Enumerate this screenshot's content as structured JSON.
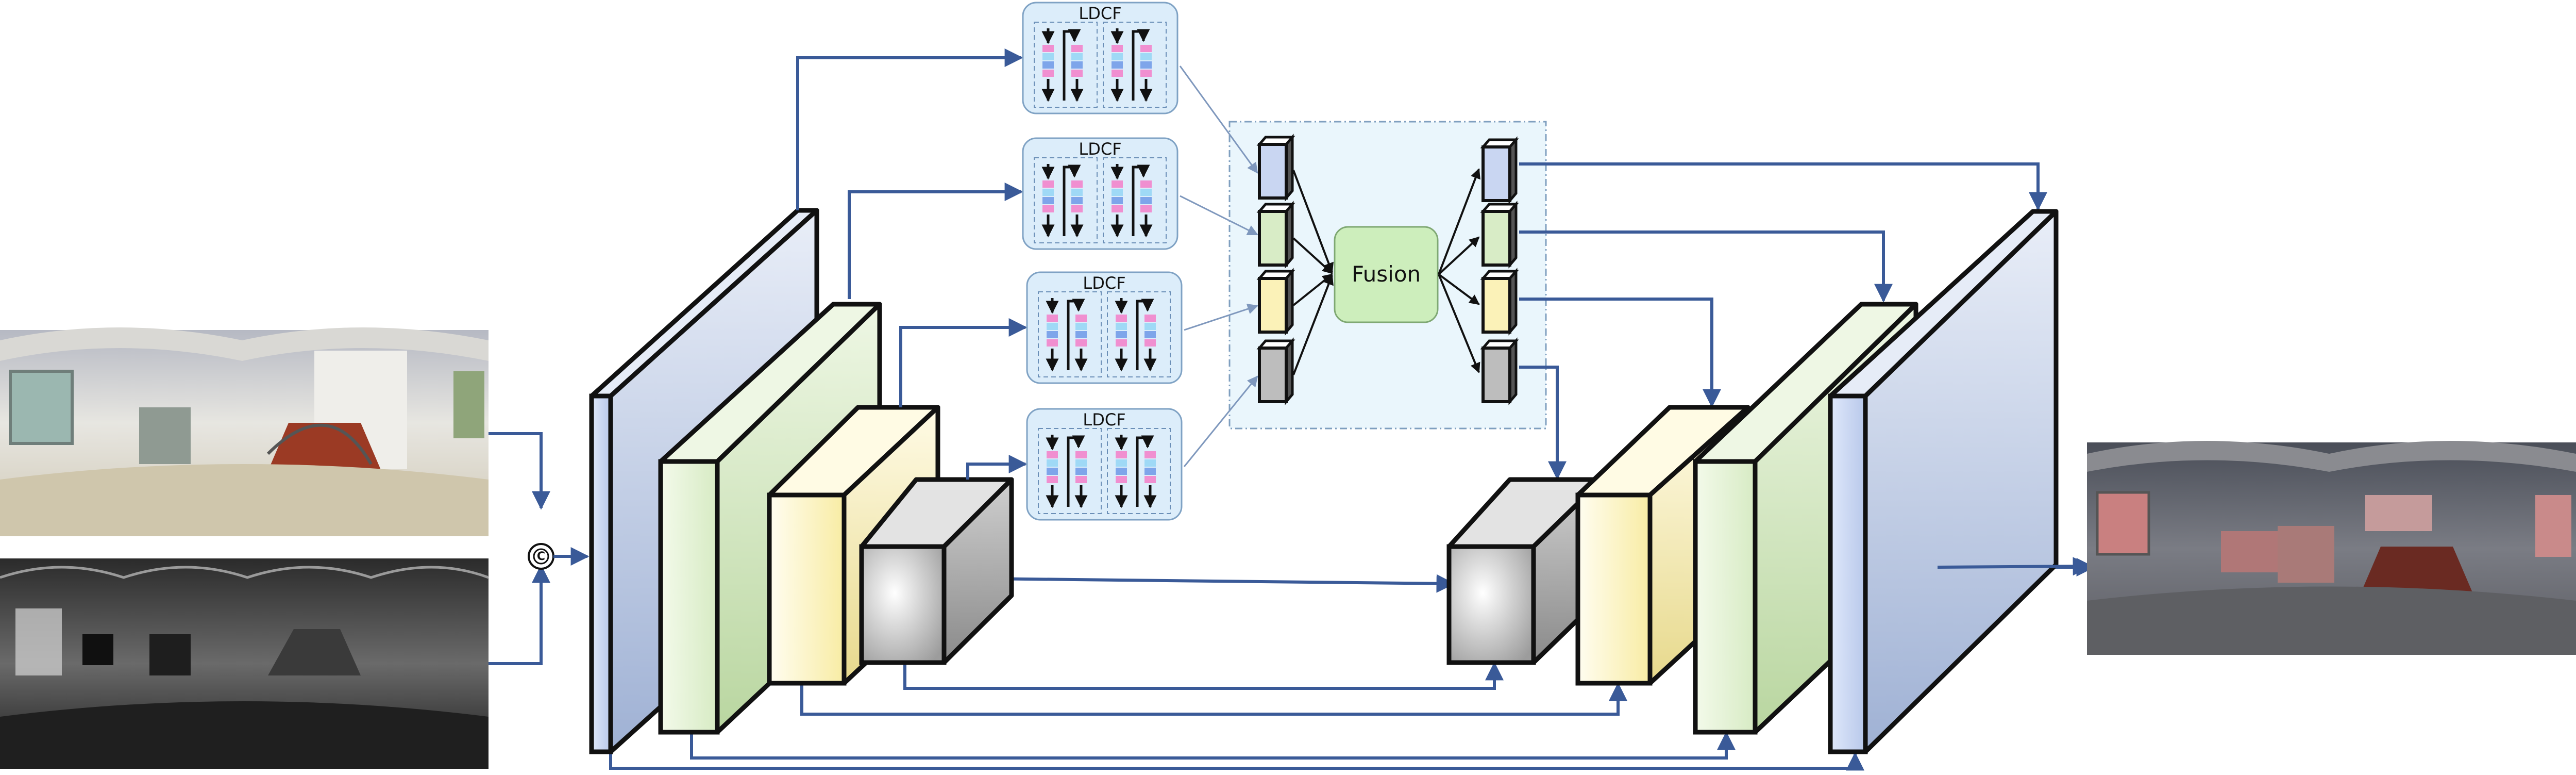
{
  "labels": {
    "ldcf": "LDCF",
    "fusion": "Fusion",
    "concat_symbol": "C"
  },
  "images": {
    "input_rgb": "input-panorama-image",
    "input_gray": "input-grayscale-panorama",
    "output": "output-enhanced-panorama"
  },
  "colors": {
    "arrow": "#3a5a98",
    "stage1": "#c9d6f2",
    "stage2": "#d8ecc6",
    "stage3": "#fbf2b8",
    "stage4": "#d6d6d6",
    "ldcf_fill": "#dcedfa",
    "ldcf_border": "#7fa2c4",
    "fusion_fill": "#cdeebc",
    "fusion_region": "#eaf6fc"
  }
}
